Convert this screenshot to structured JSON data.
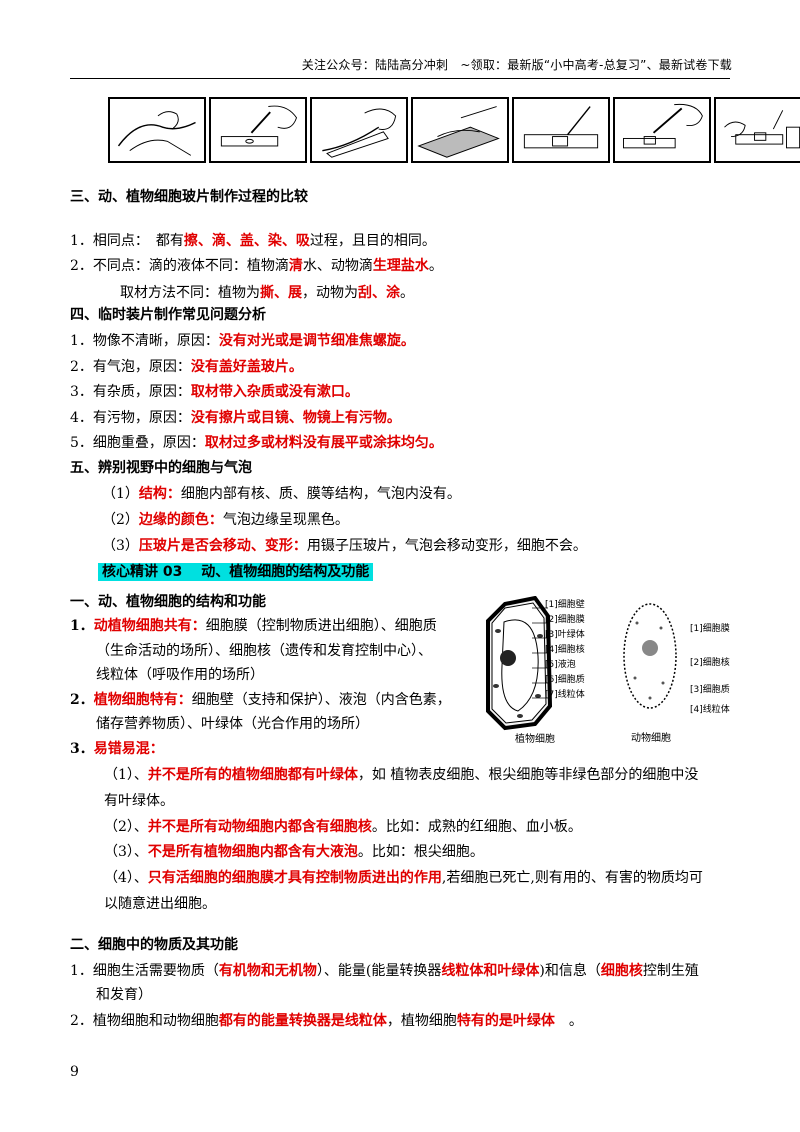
{
  "header": {
    "text": "关注公众号：陆陆高分冲刺　~领取：最新版“小中高考-总复习”、最新试卷下载"
  },
  "steps": [
    "step-wipe-slide",
    "step-drip-water",
    "step-tear-epidermis",
    "step-spread-sample",
    "step-cover-slip",
    "step-stain",
    "step-draw-stain"
  ],
  "sec3": {
    "title": "三、动、植物细胞玻片制作过程的比较",
    "l1": {
      "a": "1．相同点：　都有",
      "b": "擦、滴、盖、染、吸",
      "c": "过程，且目的相同。"
    },
    "l2": {
      "a": "2．不同点：滴的液体不同：植物滴",
      "b": "清",
      "c": "水、动物滴",
      "d": "生理盐水",
      "e": "。"
    },
    "l3": {
      "a": "取材方法不同：植物为",
      "b": "撕、展",
      "c": "，动物为",
      "d": "刮、涂",
      "e": "。"
    }
  },
  "sec4": {
    "title": "四、临时装片制作常见问题分析",
    "items": [
      {
        "a": "1．物像不清晰，原因：",
        "b": "没有对光或是调节细准焦螺旋。"
      },
      {
        "a": "2．有气泡，原因：",
        "b": "没有盖好盖玻片。"
      },
      {
        "a": "3．有杂质，原因：",
        "b": "取材带入杂质或没有漱口。"
      },
      {
        "a": "4．有污物，原因：",
        "b": "没有擦片或目镜、物镜上有污物。"
      },
      {
        "a": "5．细胞重叠，原因：",
        "b": "取材过多或材料没有展平或涂抹均匀。"
      }
    ]
  },
  "sec5": {
    "title": "五、辨别视野中的细胞与气泡",
    "items": [
      {
        "a": "（1）",
        "b": "结构：",
        "c": "细胞内部有核、质、膜等结构，气泡内没有。"
      },
      {
        "a": "（2）",
        "b": "边缘的颜色：",
        "c": "气泡边缘呈现黑色。"
      },
      {
        "a": "（3）",
        "b": "压玻片是否会移动、变形：",
        "c": "用镊子压玻片，气泡会移动变形，细胞不会。"
      }
    ]
  },
  "core": {
    "title": "核心精讲 03　 动、植物细胞的结构及功能"
  },
  "part1": {
    "title": "一、动、植物细胞的结构和功能",
    "l1": {
      "n": "1．",
      "b": "动植物细胞共有：",
      "c": "细胞膜（控制物质进出细胞）、细胞质"
    },
    "l1b": "（生命活动的场所）、细胞核（遗传和发育控制中心）、",
    "l1c": "线粒体（呼吸作用的场所）",
    "l2": {
      "n": "2．",
      "b": "植物细胞特有：",
      "c": "细胞壁（支持和保护）、液泡（内含色素，"
    },
    "l2b": "储存营养物质）、叶绿体（光合作用的场所）",
    "l3": {
      "n": "3．",
      "b": "易错易混："
    },
    "e1": {
      "a": "（1）、",
      "b": "并不是所有的植物细胞都有叶绿体",
      "c": "，如 植物表皮细胞、根尖细胞等非绿色部分的细胞中没"
    },
    "e1b": "有叶绿体。",
    "e2": {
      "a": "（2）、",
      "b": "并不是所有动物细胞内都含有细胞核",
      "c": "。比如：成熟的红细胞、血小板。"
    },
    "e3": {
      "a": "（3）、",
      "b": "不是所有植物细胞内都含有大液泡",
      "c": "。比如：根尖细胞。"
    },
    "e4": {
      "a": "（4）、",
      "b": "只有活细胞的细胞膜才具有控制物质进出的作用",
      "c": ",若细胞已死亡,则有用的、有害的物质均可"
    },
    "e4b": "以随意进出细胞。"
  },
  "figure": {
    "plant_labels": [
      "[1]细胞壁",
      "[2]细胞膜",
      "[3]叶绿体",
      "[4]细胞核",
      "[5]液泡",
      "[6]细胞质",
      "[7]线粒体"
    ],
    "animal_labels": [
      "[1]细胞膜",
      "[2]细胞核",
      "[3]细胞质",
      "[4]线粒体"
    ],
    "plant_caption": "植物细胞",
    "animal_caption": "动物细胞"
  },
  "part2": {
    "title": "二、细胞中的物质及其功能",
    "l1": {
      "a": "1．细胞生活需要物质（",
      "b": "有机物和无机物",
      "c": "）、能量(能量转换器",
      "d": "线粒体和叶绿体",
      "e": ")和信息（",
      "f": "细胞核",
      "g": "控制生殖"
    },
    "l1b": "和发育）",
    "l2": {
      "a": "2．植物细胞和动物细胞",
      "b": "都有的能量转换器是线粒体",
      "c": "，植物细胞",
      "d": "特有的是叶绿体",
      "e": "　。"
    }
  },
  "page_number": "9"
}
